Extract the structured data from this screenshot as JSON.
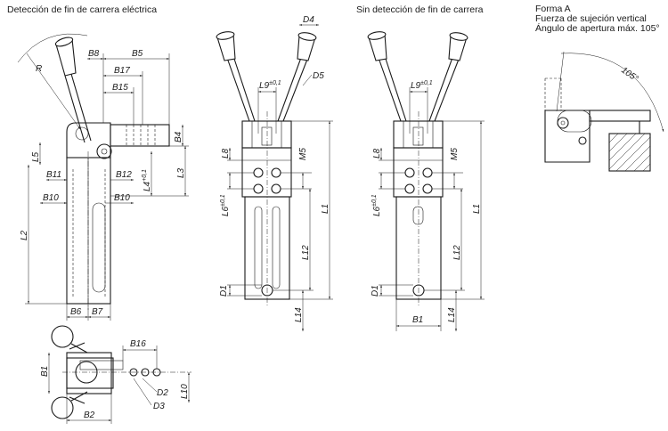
{
  "titles": {
    "electric": "Detección de fin de carrera eléctrica",
    "no_detection": "Sin detección de fin de carrera",
    "form_a_1": "Forma A",
    "form_a_2": "Fuerza de sujeción vertical",
    "form_a_3": "Ángulo de apertura máx. 105°"
  },
  "dims": {
    "R": "R",
    "B8": "B8",
    "B5": "B5",
    "B17": "B17",
    "B15": "B15",
    "B4": "B4",
    "L5": "L5",
    "B11": "B11",
    "B12": "B12",
    "L4": "L4",
    "L4_tol": "+0,1",
    "L3": "L3",
    "B10": "B10",
    "L2": "L2",
    "B6": "B6",
    "B7": "B7",
    "D4": "D4",
    "D5": "D5",
    "L9": "L9",
    "L9_tol": "±0,1",
    "L8": "L8",
    "M5": "M5",
    "L6": "L6",
    "L6_tol": "±0,1",
    "L1": "L1",
    "L12": "L12",
    "D1": "D1",
    "L14": "L14",
    "B1": "B1",
    "B16": "B16",
    "D2": "D2",
    "D3": "D3",
    "L10": "L10",
    "B2": "B2",
    "angle": "105°"
  }
}
